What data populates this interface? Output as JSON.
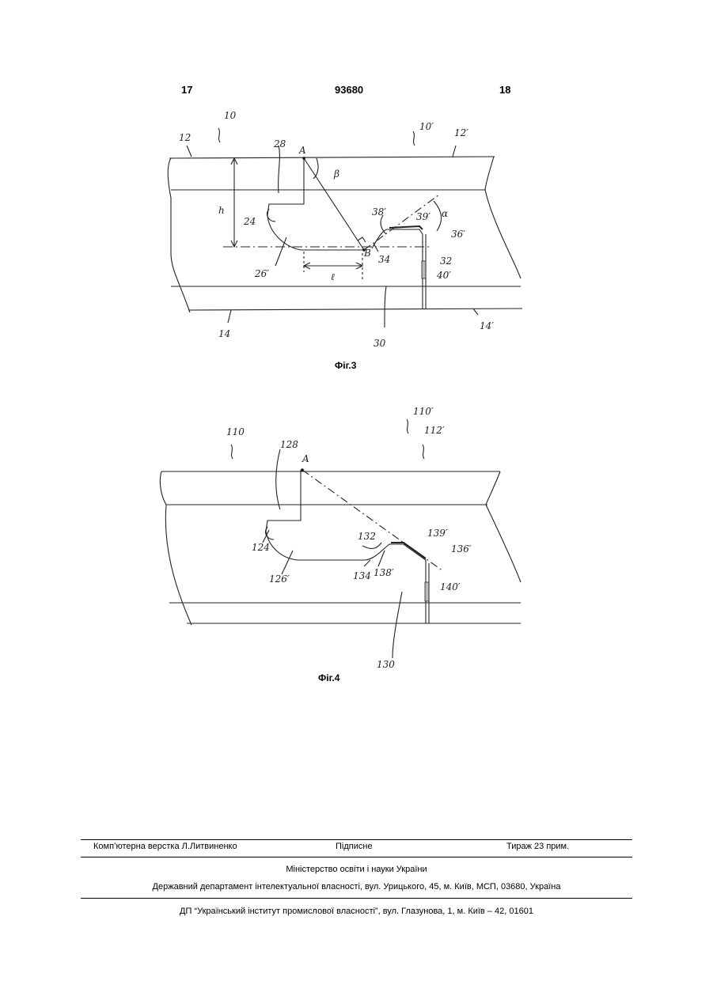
{
  "header": {
    "page_left": "17",
    "patent_number": "93680",
    "page_right": "18"
  },
  "figure3": {
    "caption": "Фіг.3",
    "labels": {
      "l10": "10",
      "l10p": "10′",
      "l12": "12",
      "l12p": "12′",
      "l28": "28",
      "pointA": "A",
      "beta": "β",
      "h": "h",
      "l24": "24",
      "l38p": "38′",
      "l39p": "39′",
      "alpha": "α",
      "l36p": "36′",
      "pointB": "B",
      "l34": "34",
      "l32": "32",
      "l26p": "26′",
      "ell": "ℓ",
      "l40p": "40′",
      "l14": "14",
      "l14p": "14′",
      "l30": "30"
    }
  },
  "figure4": {
    "caption": "Фіг.4",
    "labels": {
      "l110": "110",
      "l110p": "110′",
      "l112p": "112′",
      "l128": "128",
      "pointA": "A",
      "l132": "132",
      "l139p": "139′",
      "l136p": "136′",
      "l124": "124",
      "l126p": "126′",
      "l134": "134",
      "l138p": "138′",
      "l140p": "140′",
      "l130": "130"
    }
  },
  "footer": {
    "typesetting": "Комп’ютерна верстка Л.Литвиненко",
    "signed": "Підписне",
    "circulation": "Тираж 23 прим.",
    "ministry": "Міністерство освіти і науки України",
    "department": "Державний департамент інтелектуальної власності, вул. Урицького, 45, м. Київ, МСП, 03680, Україна",
    "institute": "ДП “Український інститут промислової власності”, вул. Глазунова, 1, м. Київ – 42, 01601"
  }
}
